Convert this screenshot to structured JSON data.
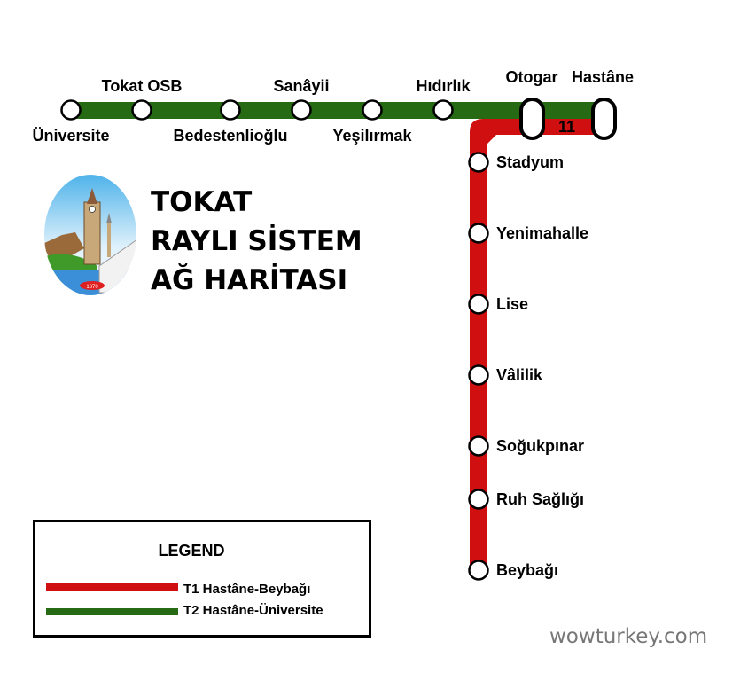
{
  "colors": {
    "t1": "#d01010",
    "t2": "#266b14",
    "watermark": "#777777"
  },
  "title": {
    "line1": "TOKAT",
    "line2": "RAYLI SİSTEM",
    "line3": "AĞ HARİTASI"
  },
  "t2_stations": [
    {
      "name": "Üniversite",
      "label_pos": "below"
    },
    {
      "name": "Tokat OSB",
      "label_pos": "above"
    },
    {
      "name": "Bedestenlioğlu",
      "label_pos": "below"
    },
    {
      "name": "Sanâyii",
      "label_pos": "above"
    },
    {
      "name": "Yeşilırmak",
      "label_pos": "below"
    },
    {
      "name": "Hıdırlık",
      "label_pos": "above"
    }
  ],
  "interchanges": [
    {
      "name": "Otogar"
    },
    {
      "name": "Hastâne"
    }
  ],
  "segment_label": "11",
  "t1_stations": [
    "Stadyum",
    "Yenimahalle",
    "Lise",
    "Vâlilik",
    "Soğukpınar",
    "Ruh Sağlığı",
    "Beybağı"
  ],
  "legend": {
    "title": "LEGEND",
    "items": [
      {
        "label": "T1 Hastâne-Beybağı",
        "color": "#d01010"
      },
      {
        "label": "T2 Hastâne-Üniversite",
        "color": "#266b14"
      }
    ]
  },
  "watermark": "wowturkey.com",
  "logo": {
    "text": "1870"
  }
}
